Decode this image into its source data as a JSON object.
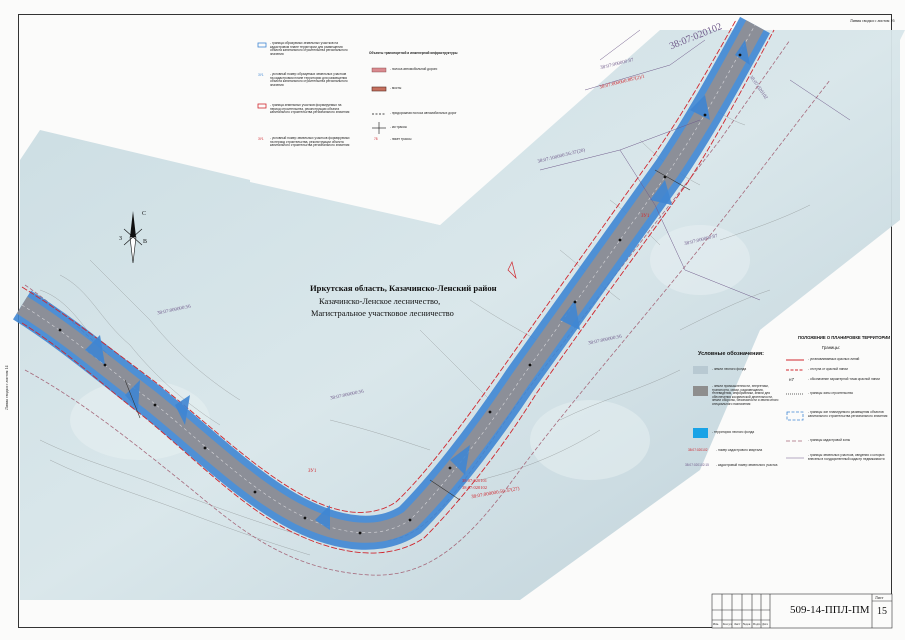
{
  "location": {
    "title": "Иркутская область, Казачинско-Ленский район",
    "forestry": "Казачинско-Ленское лесничество,",
    "district_forestry": "Магистральное участковое лесничество"
  },
  "parcels": {
    "main_id": "38:07:020102",
    "id_upper_a": "38:07:000000:87",
    "id_upper_b": "38:07:000000:887(2)/1",
    "id_mid_a": "38:07:100000:56:37(20)",
    "id_mid_b": "38:07:000000:87",
    "id_left": "38:07:000000:56",
    "id_center": "38:07:000000:56",
    "id_right": "38:07:000000:56",
    "id_lower": "38:07:000000:56:37(27)",
    "id_lower_small_a": "38:07:020101",
    "id_lower_small_b": "38:07:020102",
    "id_diag": "38:07:020102",
    "label_zu1": "ЗУ1",
    "label_zu2": "ЗУ1",
    "border_note_top": "Линия сводки с листом 16",
    "border_note_left": "Линия сводки с листом 14"
  },
  "top_legend": {
    "left_items": [
      "- граница образуемых земельных участков на кадастровом плане территории для размещения объекта капитального строительства регионального значения",
      "- условный номер образуемых земельных участков на кадастровом плане территории для размещения объекта капитального строительства регионального значения",
      "- граница земельных участков формируемых на период строительства, реконструкции объекта капитального строительства регионального значения",
      "- условный номер земельных участков формируемых на период строительства, реконструкции объекта капитального строительства регионального значения"
    ],
    "left_symbols": [
      "ЗУ1",
      "ЗУ1"
    ],
    "right_title": "Объекты транспортной и инженерной инфраструктуры",
    "right_items": [
      "- полоса автомобильной дороги",
      "- мосты",
      "- придорожная полоса автомобильных дорог",
      "- км трассы",
      "- пикет трассы"
    ],
    "right_symbols": [
      "",
      "",
      "",
      "",
      "78"
    ]
  },
  "conventions": {
    "title": "Условные обозначения:",
    "items": [
      "- земли лесного фонда",
      "- земли промышленности, энергетики, транспорта, связи, радиовещания, телевидения, информатики, земли для обеспечения космической деятельности, земли обороны, безопасности и земли иного специального назначения",
      "- территория лесного фонда",
      "- номер кадастрового квартала",
      "- кадастровый номер земельного участка"
    ],
    "symbols": [
      "",
      "",
      "",
      "38:07:020102",
      "38:07:020102:15"
    ],
    "colors": [
      "#b8c9d2",
      "#8e8e8e",
      "#1aa3e6",
      "",
      ""
    ]
  },
  "planning": {
    "title": "ПОЛОЖЕНИЕ О ПЛАНИРОВКЕ ТЕРРИТОРИИ",
    "subtitle": "Границы:",
    "items": [
      "- устанавливаемых красных линий",
      "- отступа от красной линии",
      "- обозначение характерной точки красной линии",
      "- границы зоны строительства",
      "- границы зон планируемого размещения объектов капитального строительства регионального значения",
      "- границы кадастровой зоны",
      "- границы земельных участков, сведения о которых внесены в государственный кадастр недвижимости"
    ],
    "point_symbol": "н7"
  },
  "stamp": {
    "doc_code": "509-14-ППЛ-ПМ",
    "sheet_label": "Лист",
    "sheet_number": "15",
    "columns": [
      "Изм.",
      "Кол.уч",
      "Лист",
      "№док",
      "Подп.",
      "Дата"
    ]
  },
  "colors": {
    "forest": "#bcd0d8",
    "road_corridor": "#4c8fd6",
    "red_line": "#d0272e",
    "zone_border": "#b04c7c",
    "parcel_line": "#6f5a8a",
    "contour": "#555555"
  }
}
